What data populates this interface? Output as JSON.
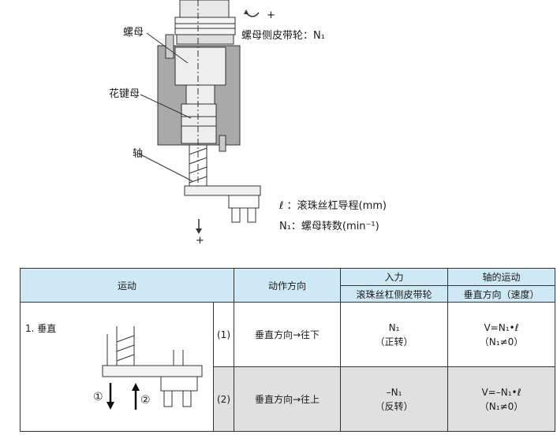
{
  "diagram": {
    "rotation_label": "+",
    "pulley_label": "螺母侧皮带轮：N₁",
    "nut_label": "螺母",
    "spline_nut_label": "花键母",
    "shaft_label": "轴",
    "lead_label": "ℓ ：滚珠丝杠导程(mm)",
    "speed_label": "N₁：螺母转数(min⁻¹)",
    "down_plus_label": "+"
  },
  "table": {
    "headers": {
      "motion": "运动",
      "direction": "动作方向",
      "input": "入力",
      "input_sub": "滚珠丝杠侧皮带轮",
      "shaft_motion": "轴的运动",
      "shaft_motion_sub": "垂直方向（速度）"
    },
    "case_label": "1. 垂直",
    "circle1": "①",
    "circle2": "②",
    "rows": [
      {
        "no": "(1)",
        "direction": "垂直方向→往下",
        "input_main": "N₁",
        "input_sub": "（正转）",
        "shaft_main": "V=N₁•ℓ",
        "shaft_sub": "（N₁≠0）"
      },
      {
        "no": "(2)",
        "direction": "垂直方向→往上",
        "input_main": "–N₁",
        "input_sub": "（反转）",
        "shaft_main": "V=–N₁•ℓ",
        "shaft_sub": "（N₁≠0）"
      }
    ]
  }
}
